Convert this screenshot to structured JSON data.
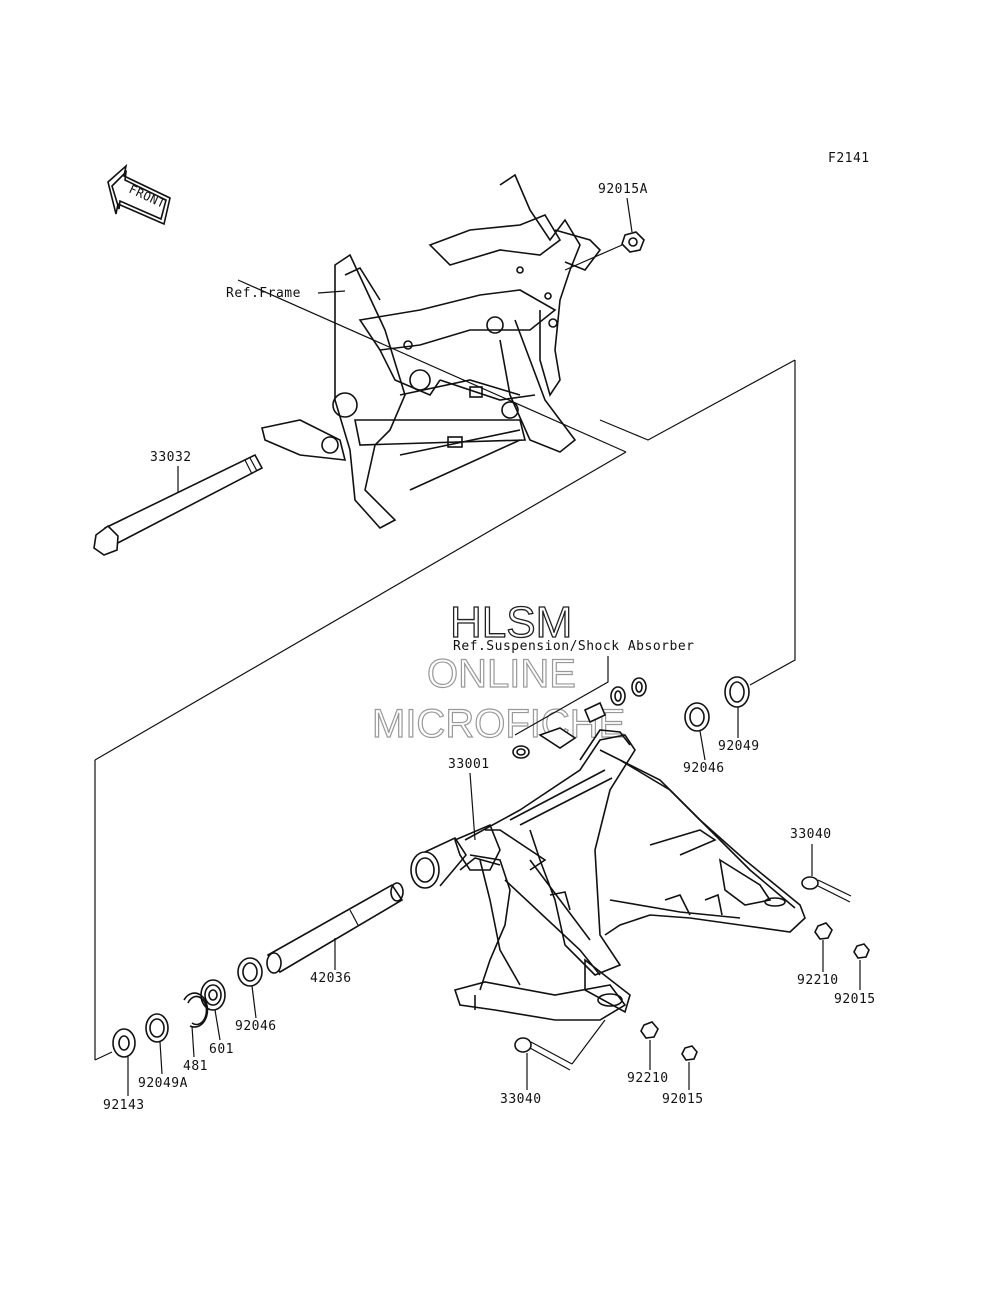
{
  "diagram_code": "F2141",
  "front_arrow_label": "FRONT",
  "watermark": {
    "line1": "HLSM",
    "line2": "ONLINE",
    "line3": "MICROFICHE"
  },
  "references": {
    "frame": "Ref.Frame",
    "suspension": "Ref.Suspension/Shock Absorber"
  },
  "part_labels": {
    "p92015A": "92015A",
    "p33032": "33032",
    "p33001": "33001",
    "p92049_top": "92049",
    "p92046_top": "92046",
    "p33040_right": "33040",
    "p92210_right": "92210",
    "p92015_right": "92015",
    "p42036": "42036",
    "p92046_left": "92046",
    "p601": "601",
    "p481": "481",
    "p92049A": "92049A",
    "p92143": "92143",
    "p33040_bottom": "33040",
    "p92210_bottom": "92210",
    "p92015_bottom": "92015"
  }
}
